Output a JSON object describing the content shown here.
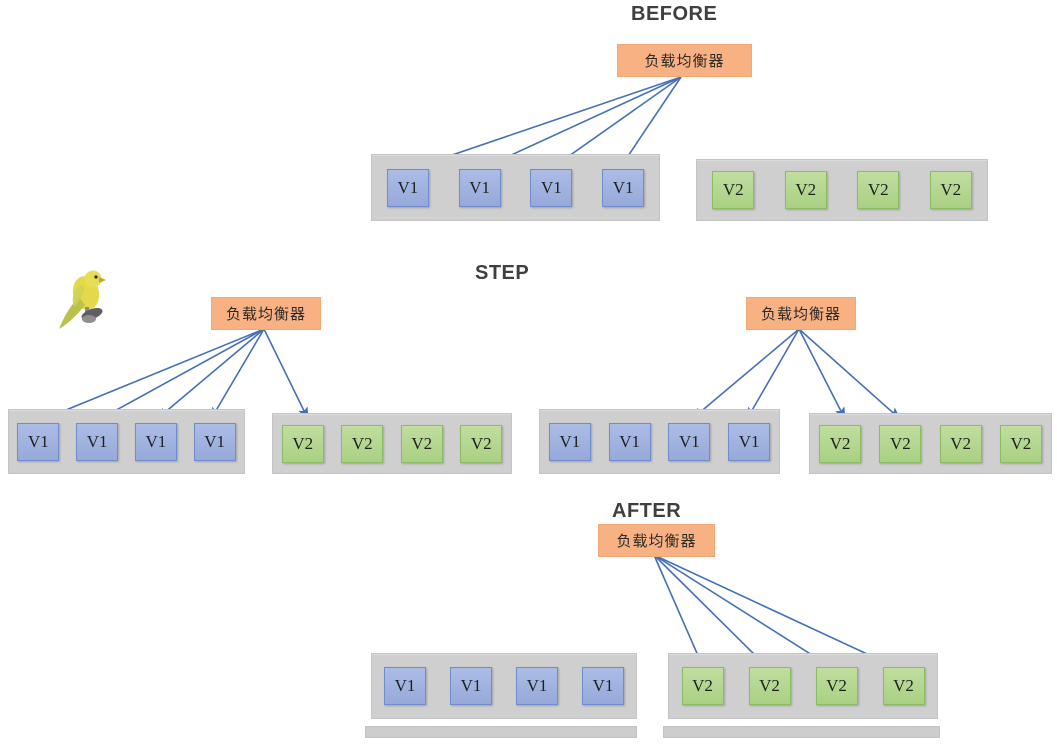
{
  "diagram": {
    "title_before": "BEFORE",
    "title_step": "STEP",
    "title_after": "AFTER",
    "load_balancer_label": "负载均衡器",
    "instance_v1_label": "V1",
    "instance_v2_label": "V2",
    "canary_icon_name": "canary-bird-icon",
    "colors": {
      "load_balancer_fill": "#f7b183",
      "load_balancer_border": "#f2a875",
      "v1_fill": "#9fb3e0",
      "v1_border": "#6f8ccd",
      "v2_fill": "#b3d68e",
      "v2_border": "#8cbb66",
      "pool_fill": "#cfcfcf",
      "arrow_stroke": "#4470b8",
      "title_text": "#3f3f3f",
      "background": "#ffffff"
    }
  },
  "phases": [
    {
      "name": "before",
      "title": "BEFORE",
      "load_balancers": [
        {
          "label": "负载均衡器",
          "arrow_count": 4
        }
      ],
      "pools": [
        {
          "version": "V1",
          "instances": [
            {
              "label": "V1",
              "receives_traffic": true
            },
            {
              "label": "V1",
              "receives_traffic": true
            },
            {
              "label": "V1",
              "receives_traffic": true
            },
            {
              "label": "V1",
              "receives_traffic": true
            }
          ]
        },
        {
          "version": "V2",
          "instances": [
            {
              "label": "V2",
              "receives_traffic": false
            },
            {
              "label": "V2",
              "receives_traffic": false
            },
            {
              "label": "V2",
              "receives_traffic": false
            },
            {
              "label": "V2",
              "receives_traffic": false
            }
          ]
        }
      ]
    },
    {
      "name": "step",
      "title": "STEP",
      "load_balancers": [
        {
          "label": "负载均衡器",
          "arrow_count": 5
        },
        {
          "label": "负载均衡器",
          "arrow_count": 4
        }
      ],
      "left_group": {
        "pools": [
          {
            "version": "V1",
            "instances": [
              {
                "label": "V1",
                "receives_traffic": true
              },
              {
                "label": "V1",
                "receives_traffic": true
              },
              {
                "label": "V1",
                "receives_traffic": true
              },
              {
                "label": "V1",
                "receives_traffic": true
              }
            ]
          },
          {
            "version": "V2",
            "instances": [
              {
                "label": "V2",
                "receives_traffic": true
              },
              {
                "label": "V2",
                "receives_traffic": false
              },
              {
                "label": "V2",
                "receives_traffic": false
              },
              {
                "label": "V2",
                "receives_traffic": false
              }
            ]
          }
        ]
      },
      "right_group": {
        "pools": [
          {
            "version": "V1",
            "instances": [
              {
                "label": "V1",
                "receives_traffic": false
              },
              {
                "label": "V1",
                "receives_traffic": false
              },
              {
                "label": "V1",
                "receives_traffic": true
              },
              {
                "label": "V1",
                "receives_traffic": true
              }
            ]
          },
          {
            "version": "V2",
            "instances": [
              {
                "label": "V2",
                "receives_traffic": true
              },
              {
                "label": "V2",
                "receives_traffic": true
              },
              {
                "label": "V2",
                "receives_traffic": false
              },
              {
                "label": "V2",
                "receives_traffic": false
              }
            ]
          }
        ]
      }
    },
    {
      "name": "after",
      "title": "AFTER",
      "load_balancers": [
        {
          "label": "负载均衡器",
          "arrow_count": 4
        }
      ],
      "pools": [
        {
          "version": "V1",
          "instances": [
            {
              "label": "V1",
              "receives_traffic": false
            },
            {
              "label": "V1",
              "receives_traffic": false
            },
            {
              "label": "V1",
              "receives_traffic": false
            },
            {
              "label": "V1",
              "receives_traffic": false
            }
          ]
        },
        {
          "version": "V2",
          "instances": [
            {
              "label": "V2",
              "receives_traffic": true
            },
            {
              "label": "V2",
              "receives_traffic": true
            },
            {
              "label": "V2",
              "receives_traffic": true
            },
            {
              "label": "V2",
              "receives_traffic": true
            }
          ]
        }
      ]
    }
  ]
}
